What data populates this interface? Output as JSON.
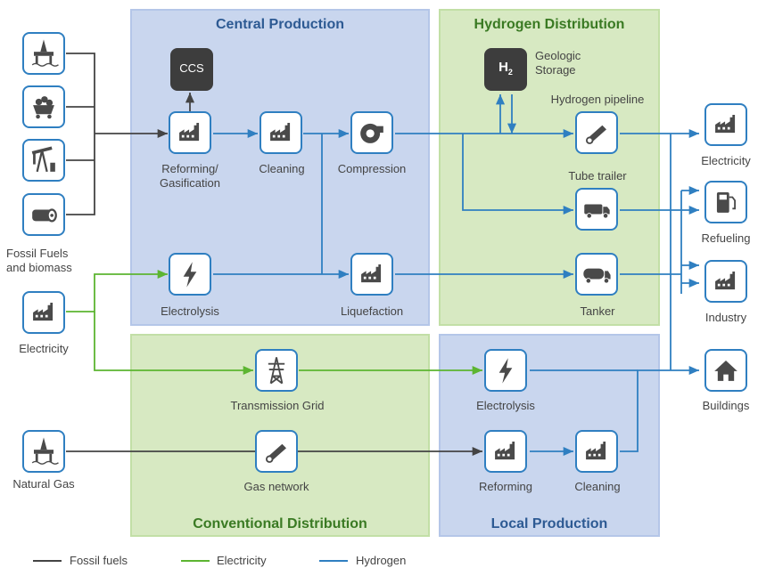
{
  "regions": {
    "central": "Central Production",
    "distribution": "Hydrogen Distribution",
    "conventional": "Conventional Distribution",
    "local": "Local Production"
  },
  "labels": {
    "fossil_biomass": "Fossil Fuels\nand biomass",
    "electricity_source": "Electricity",
    "natural_gas": "Natural Gas",
    "reforming_gasification": "Reforming/\nGasification",
    "cleaning_central": "Cleaning",
    "compression": "Compression",
    "ccs": "CCS",
    "electrolysis_central": "Electrolysis",
    "liquefaction": "Liquefaction",
    "geologic_storage": "Geologic\nStorage",
    "h2_symbol": "H",
    "h2_sub": "2",
    "hydrogen_pipeline": "Hydrogen pipeline",
    "tube_trailer": "Tube trailer",
    "tanker": "Tanker",
    "transmission_grid": "Transmission Grid",
    "gas_network": "Gas network",
    "electrolysis_local": "Electrolysis",
    "reforming_local": "Reforming",
    "cleaning_local": "Cleaning",
    "electricity_use": "Electricity",
    "refueling": "Refueling",
    "industry": "Industry",
    "buildings": "Buildings"
  },
  "legend": [
    {
      "label": "Fossil fuels",
      "color": "#444444"
    },
    {
      "label": "Electricity",
      "color": "#5cb531"
    },
    {
      "label": "Hydrogen",
      "color": "#2f7fc1"
    }
  ],
  "colors": {
    "fossil": "#444444",
    "electricity": "#5cb531",
    "hydrogen": "#2f7fc1",
    "icon": "#4a4a4a"
  }
}
